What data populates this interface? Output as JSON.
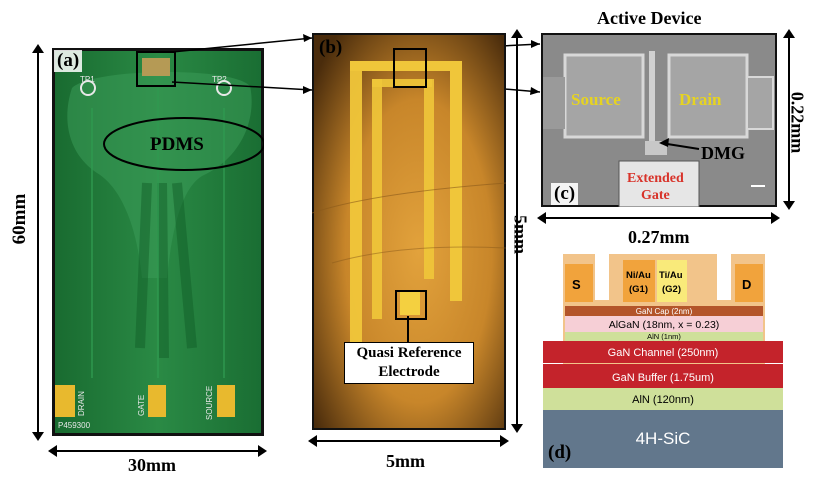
{
  "panels": {
    "a": {
      "label": "(a)",
      "pdms_label": "PDMS",
      "tp1": "TP1",
      "tp2": "TP2",
      "pads": [
        "DRAIN",
        "GATE",
        "SOURCE"
      ],
      "board_id": "P459300",
      "width_dim": "30mm",
      "height_dim": "60mm"
    },
    "b": {
      "label": "(b)",
      "qre_line1": "Quasi Reference",
      "qre_line2": "Electrode",
      "width_dim": "5mm",
      "height_dim": "5mm"
    },
    "c": {
      "label": "(c)",
      "title": "Active Device",
      "source": "Source",
      "drain": "Drain",
      "dmg": "DMG",
      "gate_line1": "Extended",
      "gate_line2": "Gate",
      "width_dim": "0.27mm",
      "height_dim": "0.22mm"
    },
    "d": {
      "label": "(d)",
      "layers": {
        "gan_cap": "GaN Cap (2nm)",
        "algan": "AlGaN (18nm, x = 0.23)",
        "aln_thin": "AlN (1nm)",
        "gan_channel": "GaN Channel (250nm)",
        "gan_buffer": "GaN Buffer (1.75um)",
        "aln_thick": "AlN (120nm)",
        "substrate": "4H-SiC"
      },
      "contacts": {
        "s": "S",
        "d": "D",
        "g1_metal": "Ni/Au",
        "g1_name": "(G1)",
        "g2_metal": "Ti/Au",
        "g2_name": "(G2)"
      }
    }
  },
  "colors": {
    "pcb_green": "#1f7a3a",
    "gold": "#e8b92e",
    "substrate": "#62778c",
    "gan_buffer": "#c4232b",
    "aln": "#cfe09a",
    "algan": "#f6cfd6",
    "gan_cap": "#b3552a",
    "passivation": "#f2c48a",
    "contact_orange": "#f1a33c",
    "source_text": "#e6d321",
    "gate_text": "#d8332a"
  }
}
